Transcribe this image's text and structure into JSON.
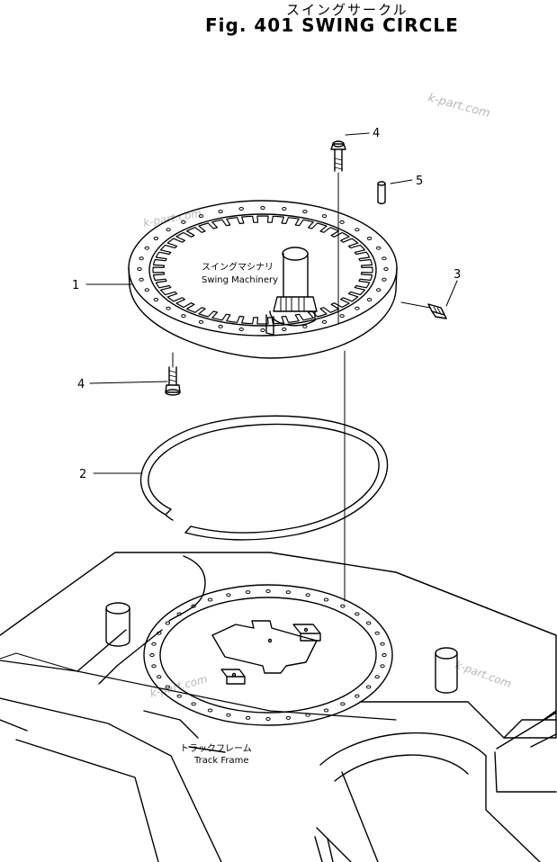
{
  "title": {
    "japanese": "スイングサークル",
    "english": "Fig. 401  SWING CIRCLE"
  },
  "annotations": {
    "swing_machinery_jp": "スイングマシナリ",
    "swing_machinery_en": "Swing Machinery",
    "track_frame_jp": "トラックフレーム",
    "track_frame_en": "Track Frame"
  },
  "callouts": {
    "c1": "1",
    "c2": "2",
    "c3": "3",
    "c4_top": "4",
    "c4_left": "4",
    "c5": "5"
  },
  "watermarks": [
    "k-part.com",
    "k-part.com",
    "k-part.com",
    "k-part.com"
  ]
}
